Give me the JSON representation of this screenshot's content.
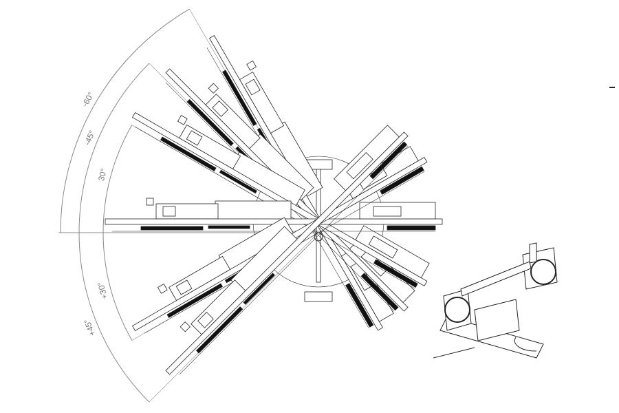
{
  "diagram": {
    "title_dash": "–",
    "angle_labels": [
      {
        "text": "-60°",
        "angle": -60
      },
      {
        "text": "-45°",
        "angle": -45
      },
      {
        "text": "30°",
        "angle": -30
      },
      {
        "text": "+30°",
        "angle": 30
      },
      {
        "text": "+45°",
        "angle": 45
      }
    ],
    "arm_positions": [
      -60,
      -45,
      -30,
      0,
      30,
      45
    ],
    "colors": {
      "line": "#222222",
      "dimension": "#888888",
      "blade": "#111111"
    }
  }
}
